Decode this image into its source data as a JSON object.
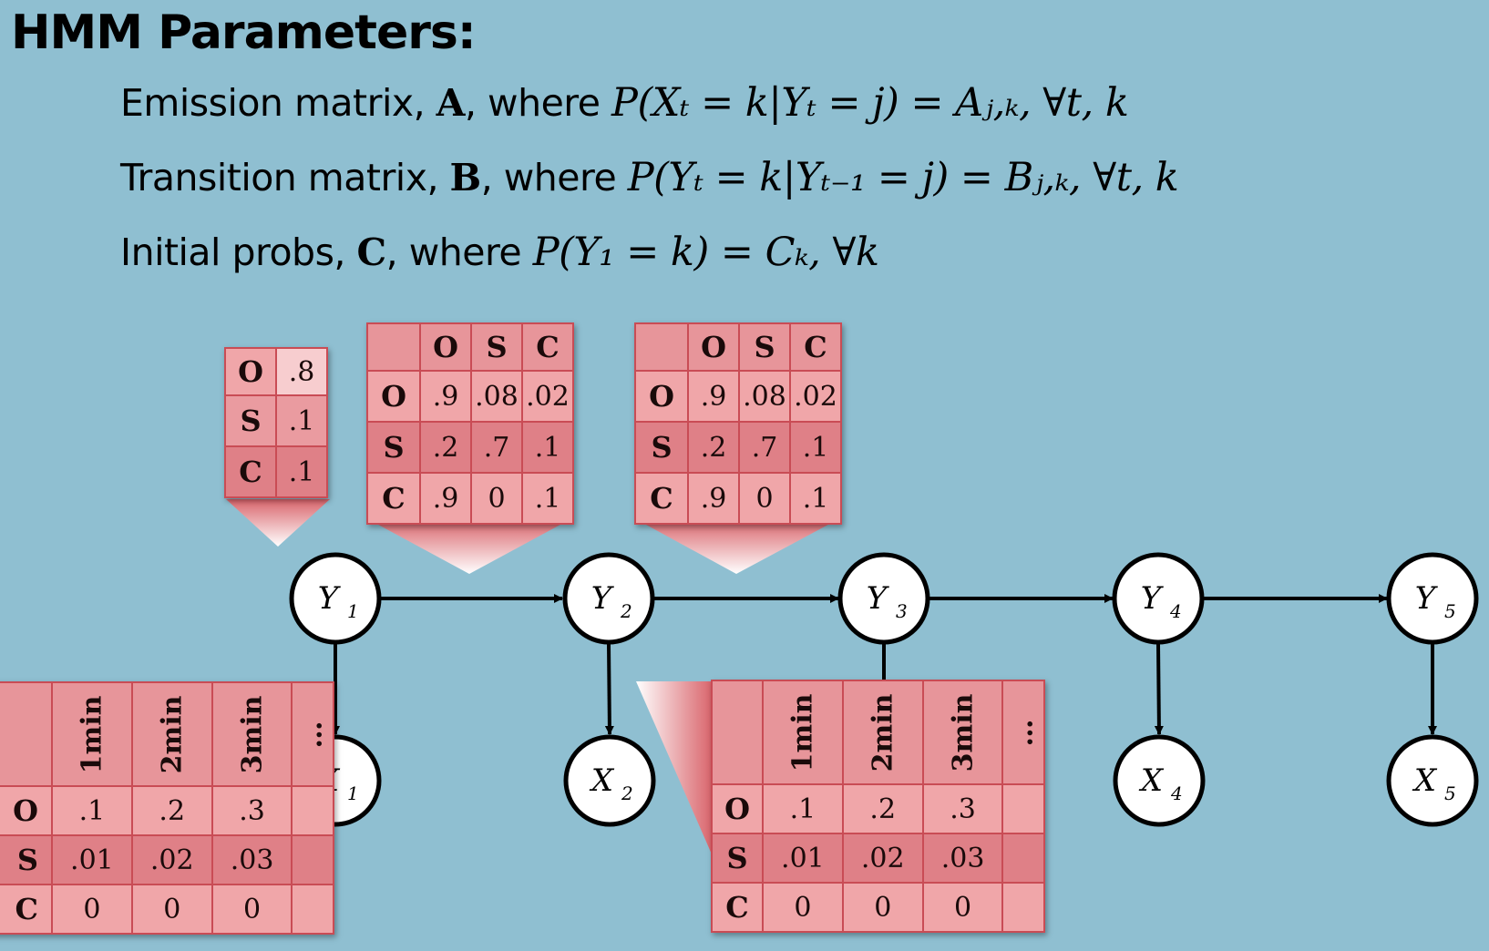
{
  "title": "HMM Parameters:",
  "params": [
    {
      "prefix": "Emission matrix, ",
      "sym": "A",
      "mid": ", where ",
      "formula": "P(Xₜ = k|Yₜ = j) = Aⱼ,ₖ, ∀t, k"
    },
    {
      "prefix": "Transition matrix, ",
      "sym": "B",
      "mid": ", where ",
      "formula": "P(Yₜ = k|Yₜ₋₁ = j) = Bⱼ,ₖ, ∀t, k"
    },
    {
      "prefix": "Initial probs, ",
      "sym": "C",
      "mid": ", where ",
      "formula": "P(Y₁ = k) = Cₖ, ∀k"
    }
  ],
  "initial_table": {
    "rows": [
      [
        "O",
        ".8"
      ],
      [
        "S",
        ".1"
      ],
      [
        "C",
        ".1"
      ]
    ]
  },
  "transition_tables": [
    {
      "header": [
        "O",
        "S",
        "C"
      ],
      "rows": [
        [
          "O",
          ".9",
          ".08",
          ".02"
        ],
        [
          "S",
          ".2",
          ".7",
          ".1"
        ],
        [
          "C",
          ".9",
          "0",
          ".1"
        ]
      ]
    },
    {
      "header": [
        "O",
        "S",
        "C"
      ],
      "rows": [
        [
          "O",
          ".9",
          ".08",
          ".02"
        ],
        [
          "S",
          ".2",
          ".7",
          ".1"
        ],
        [
          "C",
          ".9",
          "0",
          ".1"
        ]
      ]
    }
  ],
  "emission_tables": [
    {
      "header": [
        "1min",
        "2min",
        "3min",
        "…"
      ],
      "rows": [
        [
          "O",
          ".1",
          ".2",
          ".3",
          ""
        ],
        [
          "S",
          ".01",
          ".02",
          ".03",
          ""
        ],
        [
          "C",
          "0",
          "0",
          "0",
          ""
        ]
      ]
    },
    {
      "header": [
        "1min",
        "2min",
        "3min",
        "…"
      ],
      "rows": [
        [
          "O",
          ".1",
          ".2",
          ".3",
          ""
        ],
        [
          "S",
          ".01",
          ".02",
          ".03",
          ""
        ],
        [
          "C",
          "0",
          "0",
          "0",
          ""
        ]
      ]
    }
  ],
  "nodes": {
    "hidden": [
      {
        "name": "Y",
        "sub": "1"
      },
      {
        "name": "Y",
        "sub": "2"
      },
      {
        "name": "Y",
        "sub": "3"
      },
      {
        "name": "Y",
        "sub": "4"
      },
      {
        "name": "Y",
        "sub": "5"
      }
    ],
    "observed": [
      {
        "name": "X",
        "sub": "1"
      },
      {
        "name": "X",
        "sub": "2"
      },
      {
        "name": "X",
        "sub": "4"
      },
      {
        "name": "X",
        "sub": "5"
      }
    ]
  }
}
